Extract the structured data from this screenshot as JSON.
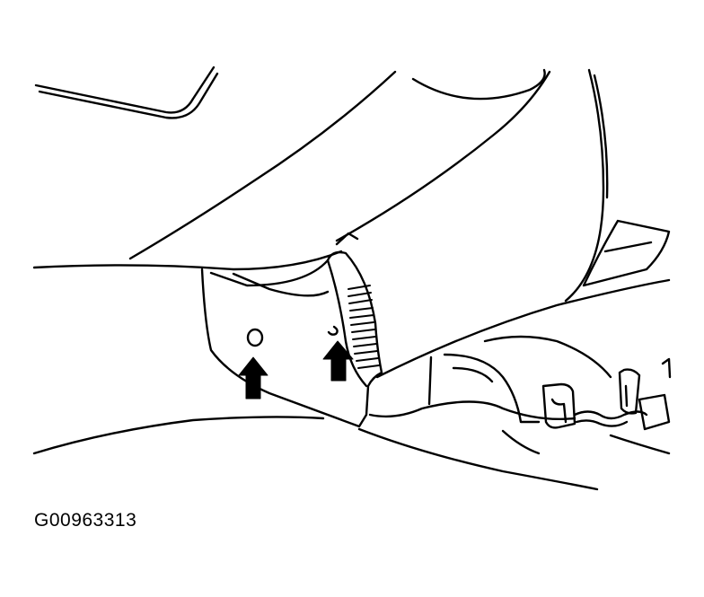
{
  "figure": {
    "id": "G00963313",
    "line_color": "#000000",
    "background": "#ffffff"
  },
  "callouts": [
    {
      "name": "arrow-left",
      "icon": "up-arrow-icon",
      "points_to": "fastener-hole-left"
    },
    {
      "name": "arrow-right",
      "icon": "up-arrow-icon",
      "points_to": "fastener-hole-right"
    }
  ]
}
